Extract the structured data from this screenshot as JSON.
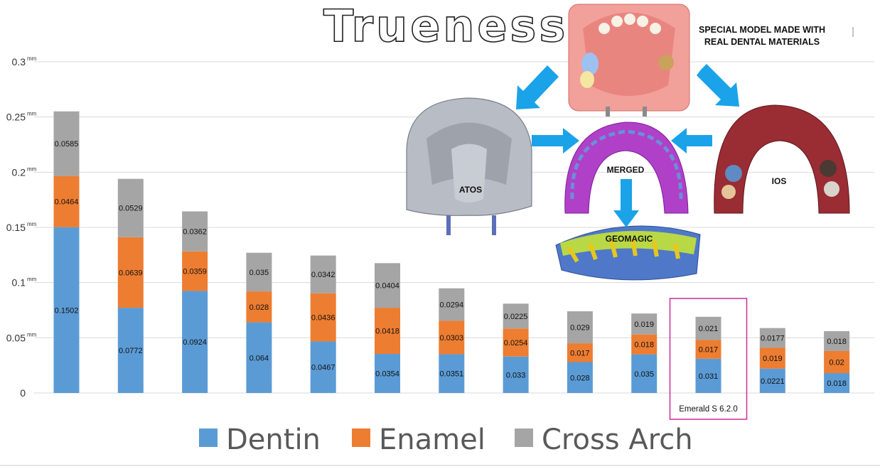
{
  "title": "Trueness",
  "colors": {
    "dentin": "#5b9bd5",
    "enamel": "#ed7d31",
    "cross_arch": "#a5a5a5",
    "highlight": "#cc2a9a",
    "arrow": "#1aa3e8",
    "grid": "#d9d9d9"
  },
  "y_axis": {
    "unit": "mm",
    "ticks": [
      {
        "value": 0,
        "label": "0",
        "unit": ""
      },
      {
        "value": 0.05,
        "label": "0.05",
        "unit": "mm"
      },
      {
        "value": 0.1,
        "label": "0.1",
        "unit": "mm"
      },
      {
        "value": 0.15,
        "label": "0.15",
        "unit": "mm"
      },
      {
        "value": 0.2,
        "label": "0.2",
        "unit": "mm"
      },
      {
        "value": 0.25,
        "label": "0.25",
        "unit": "mm"
      },
      {
        "value": 0.3,
        "label": "0.3",
        "unit": "mm"
      }
    ]
  },
  "chart_data": {
    "type": "bar",
    "stacked": true,
    "title": "Trueness",
    "ylim": [
      0,
      0.3
    ],
    "grid": true,
    "legend_position": "bottom",
    "categories": [
      "",
      "",
      "",
      "",
      "",
      "",
      "",
      "",
      "",
      "",
      "",
      "",
      ""
    ],
    "series": [
      {
        "name": "Dentin",
        "values": [
          0.1502,
          0.0772,
          0.0924,
          0.064,
          0.0467,
          0.0354,
          0.0351,
          0.033,
          0.028,
          0.035,
          0.031,
          0.0221,
          0.018
        ],
        "labels": [
          "0.1502",
          "0.0772",
          "0.0924",
          "0.064",
          "0.0467",
          "0.0354",
          "0.0351",
          "0.033",
          "0.028",
          "0.035",
          "0.031",
          "0.0221",
          "0.018"
        ]
      },
      {
        "name": "Enamel",
        "values": [
          0.0464,
          0.0639,
          0.0359,
          0.028,
          0.0436,
          0.0418,
          0.0303,
          0.0254,
          0.017,
          0.018,
          0.017,
          0.019,
          0.02
        ],
        "labels": [
          "0.0464",
          "0.0639",
          "0.0359",
          "0.028",
          "0.0436",
          "0.0418",
          "0.0303",
          "0.0254",
          "0.017",
          "0.018",
          "0.017",
          "0.019",
          "0.02"
        ]
      },
      {
        "name": "Cross Arch",
        "values": [
          0.0585,
          0.0529,
          0.0362,
          0.035,
          0.0342,
          0.0404,
          0.0294,
          0.0225,
          0.029,
          0.019,
          0.021,
          0.0177,
          0.018
        ],
        "labels": [
          "0.0585",
          "0.0529",
          "0.0362",
          "0.035",
          "0.0342",
          "0.0404",
          "0.0294",
          "0.0225",
          "0.029",
          "0.019",
          "0.021",
          "0.0177",
          "0.018"
        ]
      }
    ],
    "annotations": [
      {
        "category_index": 10,
        "text": "Emerald S 6.2.0"
      }
    ]
  },
  "diagram": {
    "title_line1": "SPECIAL MODEL MADE WITH",
    "title_line2": "REAL DENTAL MATERIALS",
    "labels": {
      "left": "ATOS",
      "center": "MERGED",
      "right": "IOS",
      "bottom": "GEOMAGIC"
    }
  }
}
